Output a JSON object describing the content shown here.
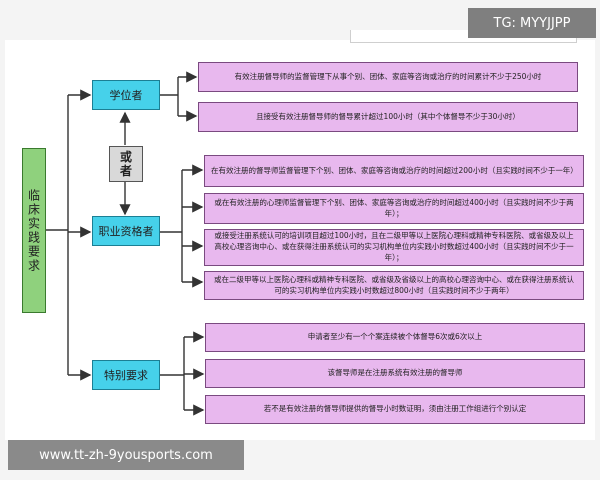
{
  "watermark_top": "TG: MYYJJPP",
  "watermark_bottom": "www.tt-zh-9yousports.com",
  "root": "临床实践要求",
  "or_label": "或者",
  "branches": [
    {
      "label": "学位者",
      "items": [
        "有效注册督导师的监督管理下从事个别、团体、家庭等咨询或治疗的时间累计不少于250小时",
        "且接受有效注册督导师的督导累计超过100小时（其中个体督导不少于30小时）"
      ]
    },
    {
      "label": "职业资格者",
      "items": [
        "在有效注册的督导师监督管理下个别、团体、家庭等咨询或治疗的时间超过200小时（且实践时间不少于一年）",
        "或在有效注册的心理师监督管理下个别、团体、家庭等咨询或治疗的时间超过400小时（且实践时间不少于两年）；",
        "或接受注册系统认可的培训项目超过100小时，且在二级甲等以上医院心理科或精神专科医院、或省级及以上高校心理咨询中心、或在获得注册系统认可的实习机构单位内实践小时数超过400小时（且实践时间不少于一年）；",
        "或在二级甲等以上医院心理科或精神专科医院、或省级及省级以上的高校心理咨询中心、或在获得注册系统认可的实习机构单位内实践小时数超过800小时（且实践时间不少于两年）"
      ]
    },
    {
      "label": "特别要求",
      "items": [
        "申请者至少有一个个案连续被个体督导6次或6次以上",
        "该督导师是在注册系统有效注册的督导师",
        "若不是有效注册的督导师提供的督导小时数证明，须由注册工作组进行个别认定"
      ]
    }
  ],
  "colors": {
    "root": "#8fd17d",
    "branch": "#46d1ea",
    "or_box": "#d9d9d9",
    "item": "#e8b8ee",
    "connector": "#333333"
  }
}
